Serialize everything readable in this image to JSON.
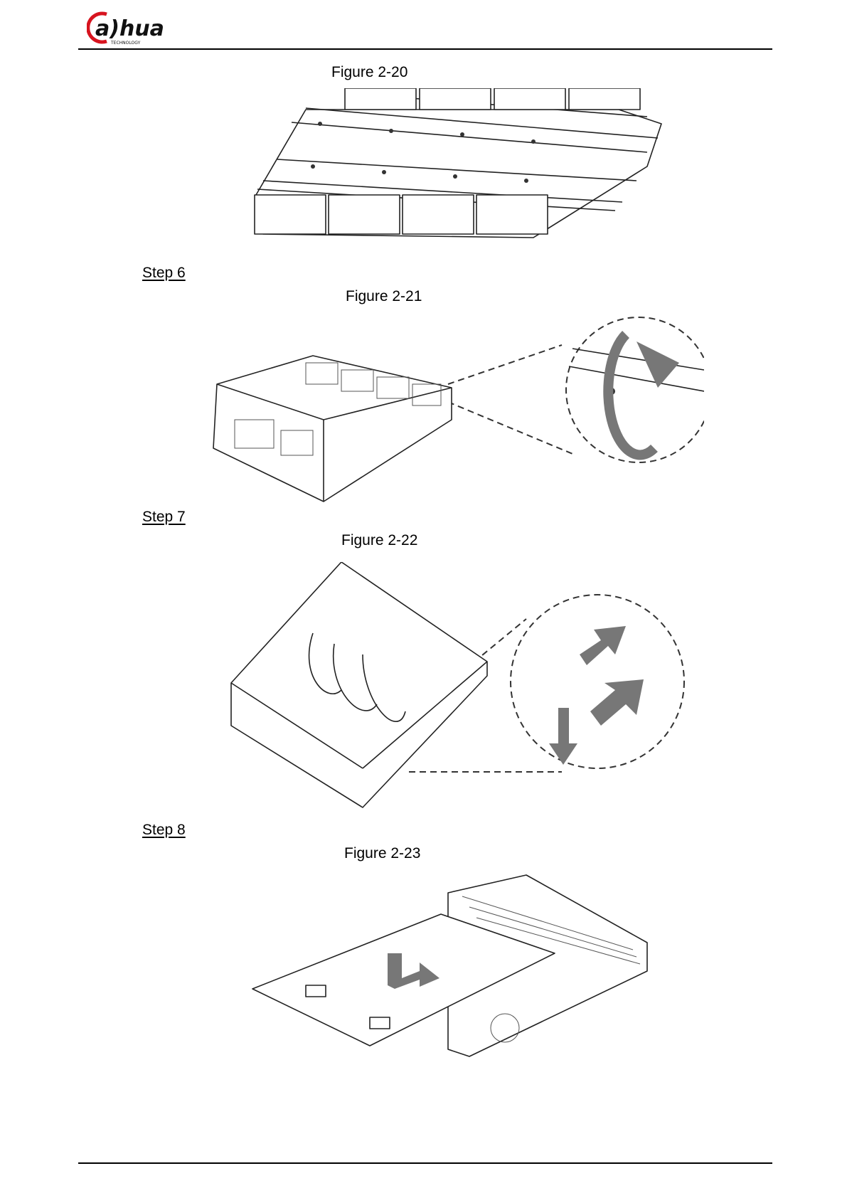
{
  "header": {
    "logo": {
      "text": "a)hua",
      "subtext": "TECHNOLOGY",
      "accent_color": "#d7141f"
    }
  },
  "figures": [
    {
      "caption": "Figure 2-20"
    },
    {
      "caption": "Figure 2-21",
      "step": "Step 6"
    },
    {
      "caption": "Figure 2-22",
      "step": "Step 7"
    },
    {
      "caption": "Figure 2-23",
      "step": "Step 8"
    }
  ]
}
